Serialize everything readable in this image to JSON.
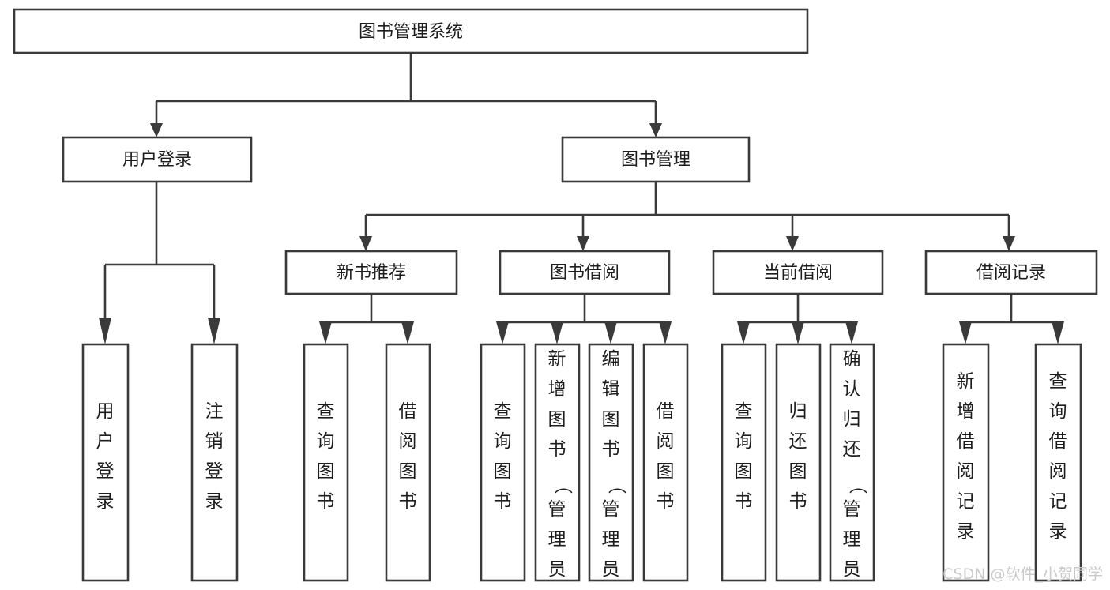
{
  "diagram": {
    "title": "图书管理系统",
    "type": "hierarchy-tree",
    "orientation": "top-down",
    "levels": 4,
    "colors": {
      "box_stroke": "#3a3a3a",
      "box_fill": "#ffffff",
      "text": "#1d1d1d",
      "background": "#ffffff",
      "watermark": "#c9c9c9"
    },
    "root": {
      "label": "图书管理系统",
      "id": "root-system"
    },
    "level2": [
      {
        "id": "user-login",
        "label": "用户登录"
      },
      {
        "id": "book-management",
        "label": "图书管理"
      }
    ],
    "level3": [
      {
        "id": "new-book-recommend",
        "label": "新书推荐",
        "parent": "book-management"
      },
      {
        "id": "book-borrow",
        "label": "图书借阅",
        "parent": "book-management"
      },
      {
        "id": "current-borrow",
        "label": "当前借阅",
        "parent": "book-management"
      },
      {
        "id": "borrow-records",
        "label": "借阅记录",
        "parent": "book-management"
      }
    ],
    "leaves": [
      {
        "id": "leaf-user-login",
        "label": "用户登录",
        "parent": "user-login"
      },
      {
        "id": "leaf-logout",
        "label": "注销登录",
        "parent": "user-login"
      },
      {
        "id": "leaf-query-book-1",
        "label": "查询图书",
        "parent": "new-book-recommend"
      },
      {
        "id": "leaf-borrow-book-1",
        "label": "借阅图书",
        "parent": "new-book-recommend"
      },
      {
        "id": "leaf-query-book-2",
        "label": "查询图书",
        "parent": "book-borrow"
      },
      {
        "id": "leaf-add-book",
        "label": "新增图书（管理员）",
        "parent": "book-borrow"
      },
      {
        "id": "leaf-edit-book",
        "label": "编辑图书（管理员）",
        "parent": "book-borrow"
      },
      {
        "id": "leaf-borrow-book-2",
        "label": "借阅图书",
        "parent": "book-borrow"
      },
      {
        "id": "leaf-query-book-3",
        "label": "查询图书",
        "parent": "current-borrow"
      },
      {
        "id": "leaf-return-book",
        "label": "归还图书",
        "parent": "current-borrow"
      },
      {
        "id": "leaf-confirm-return",
        "label": "确认归还（管理员）",
        "parent": "current-borrow"
      },
      {
        "id": "leaf-add-record",
        "label": "新增借阅记录",
        "parent": "borrow-records"
      },
      {
        "id": "leaf-query-record",
        "label": "查询借阅记录",
        "parent": "borrow-records"
      }
    ],
    "watermark": "CSDN @软件_小贺同学"
  }
}
